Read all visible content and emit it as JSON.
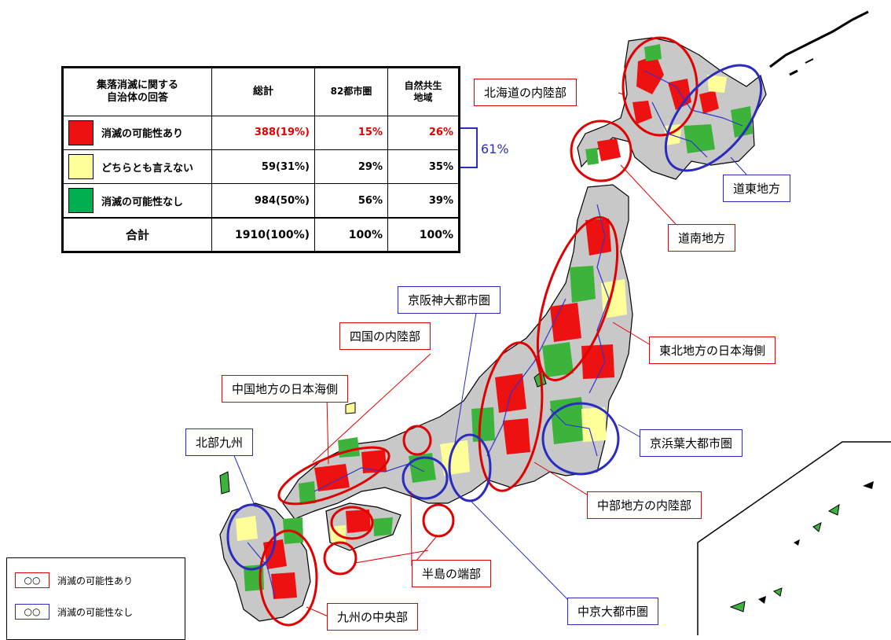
{
  "table": {
    "headers": {
      "response": "集落消滅に関する\n自治体の回答",
      "total": "総計",
      "metro": "82都市圏",
      "nature": "自然共生\n地域"
    },
    "rows": [
      {
        "label": "消滅の可能性あり",
        "swatch": "#ee1111",
        "total": "388(19%)",
        "metro": "15%",
        "nature": "26%",
        "red": true
      },
      {
        "label": "どちらとも言えない",
        "swatch": "#ffff99",
        "total": "59(31%)",
        "metro": "29%",
        "nature": "35%",
        "red": false
      },
      {
        "label": "消滅の可能性なし",
        "swatch": "#00b050",
        "total": "984(50%)",
        "metro": "56%",
        "nature": "39%",
        "red": false
      }
    ],
    "sum_row": {
      "label": "合計",
      "total": "1910(100%)",
      "metro": "100%",
      "nature": "100%"
    }
  },
  "bracket_label": "61%",
  "region_labels": {
    "hokkaido_inland": "北海道の内陸部",
    "doto": "道東地方",
    "donan": "道南地方",
    "tohoku": "東北地方の日本海側",
    "keihanshin": "京阪神大都市圏",
    "shikoku": "四国の内陸部",
    "chugoku": "中国地方の日本海側",
    "kitakyushu": "北部九州",
    "keihinyo": "京浜葉大都市圏",
    "chubu": "中部地方の内陸部",
    "hanto": "半島の端部",
    "chukyo": "中京大都市圏",
    "kyushu": "九州の中央部"
  },
  "legend": {
    "circle_symbol": "○○",
    "red_label": "消滅の可能性あり",
    "blue_label": "消滅の可能性なし"
  },
  "colors": {
    "red_outline": "#e00000",
    "blue_outline": "#2b2bbf",
    "land_gray": "#c8c8c8",
    "land_green": "#3cb43c",
    "land_yellow": "#ffff99",
    "land_red": "#ee1111",
    "river_blue": "#3333cc"
  }
}
